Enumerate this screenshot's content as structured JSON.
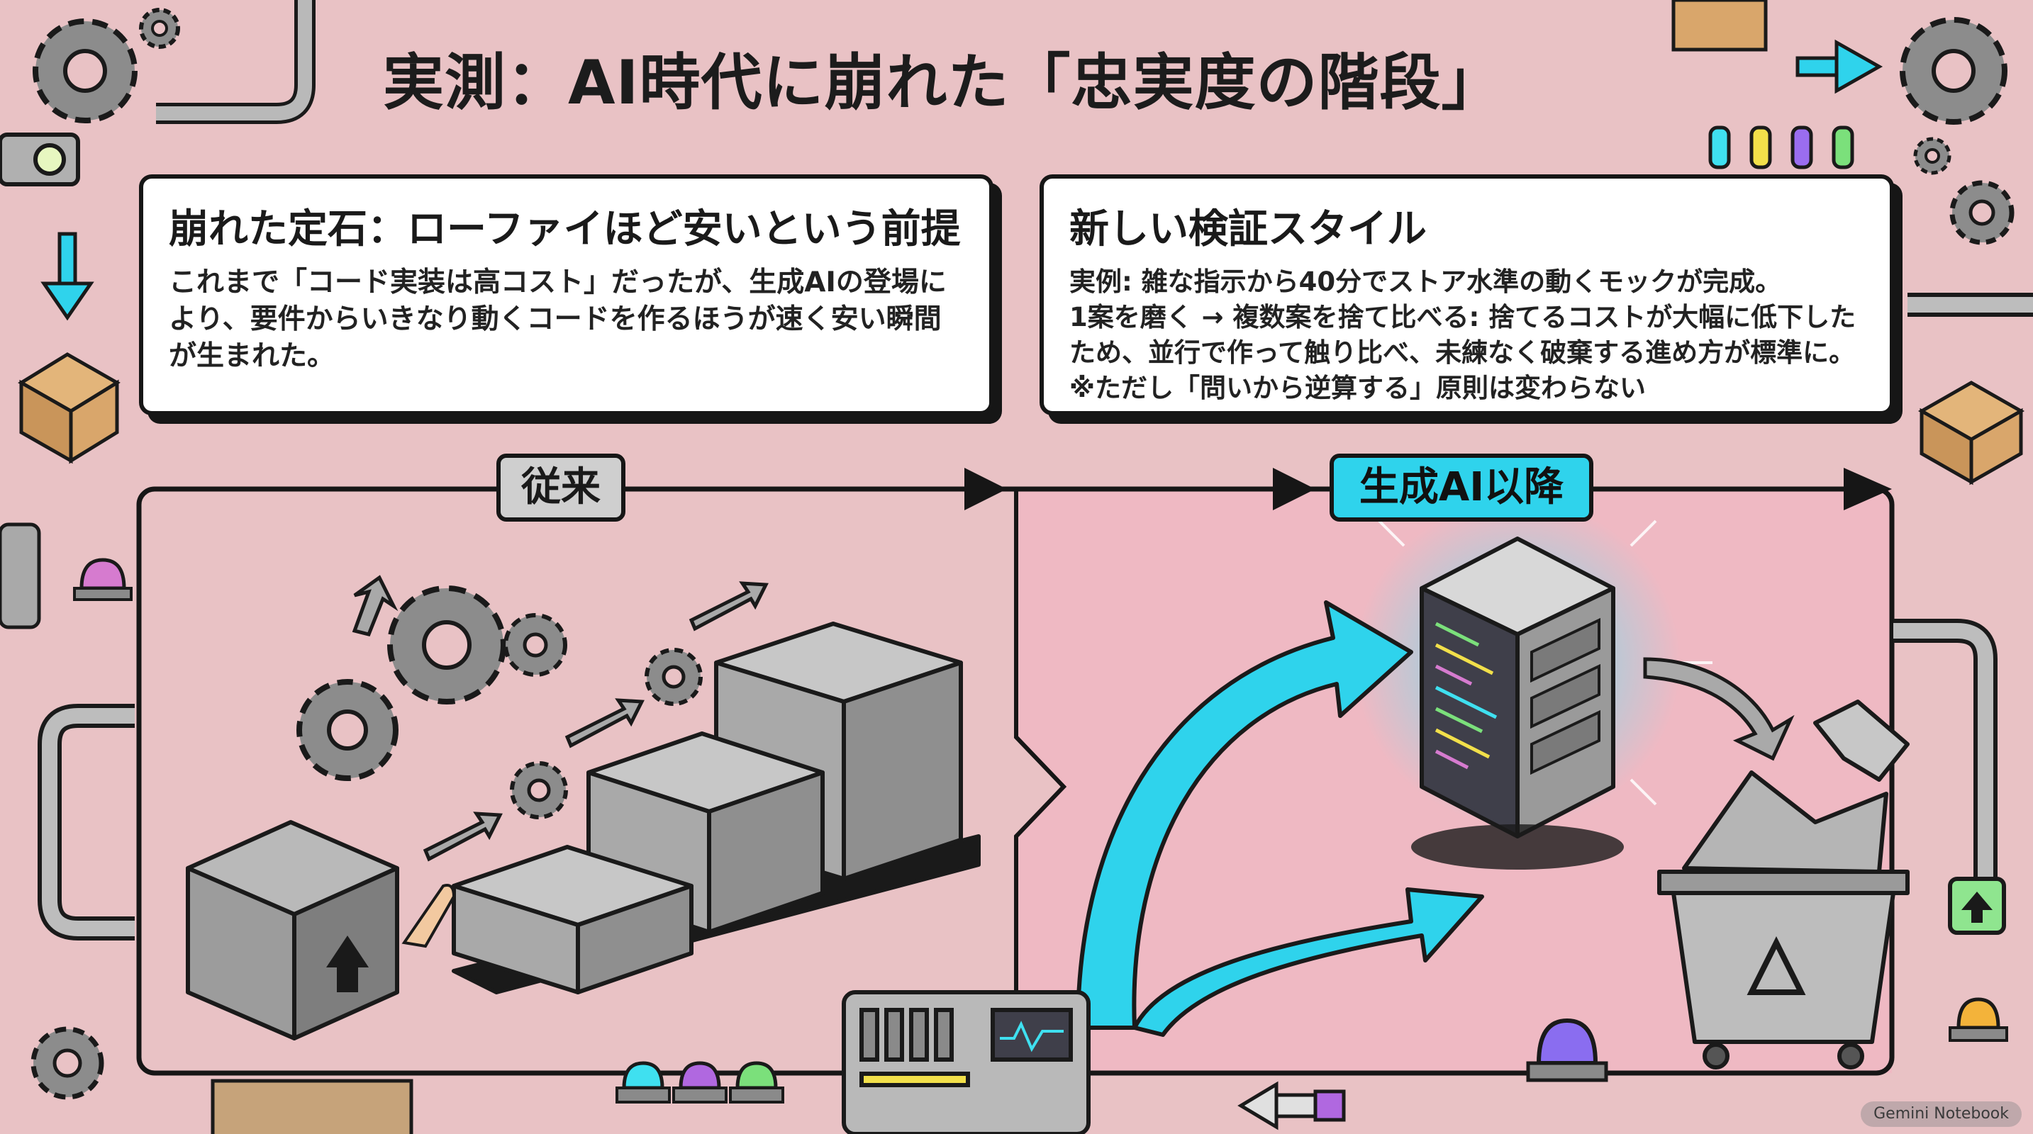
{
  "title": "実測：AI時代に崩れた「忠実度の階段」",
  "left_card": {
    "heading": "崩れた定石：ローファイほど安いという前提",
    "lines": [
      "これまで「コード実装は高コスト」だったが、生成AIの登場に",
      "より、要件からいきなり動くコードを作るほうが速く安い瞬間",
      "が生まれた。"
    ]
  },
  "right_card": {
    "heading": "新しい検証スタイル",
    "lines": [
      "実例: 雑な指示から40分でストア水準の動くモックが完成。",
      "1案を磨く → 複数案を捨て比べる: 捨てるコストが大幅に低下した",
      "ため、並行で作って触り比べ、未練なく破棄する進め方が標準に。",
      "※ただし「問いから逆算する」原則は変わらない"
    ]
  },
  "timeline": {
    "before_label": "従来",
    "after_label": "生成AI以降"
  },
  "credit": "Gemini Notebook",
  "colors": {
    "background": "#e9c2c5",
    "accent_cyan": "#2fd3ec",
    "panel_right": "#efb9c3",
    "outline": "#161616"
  }
}
